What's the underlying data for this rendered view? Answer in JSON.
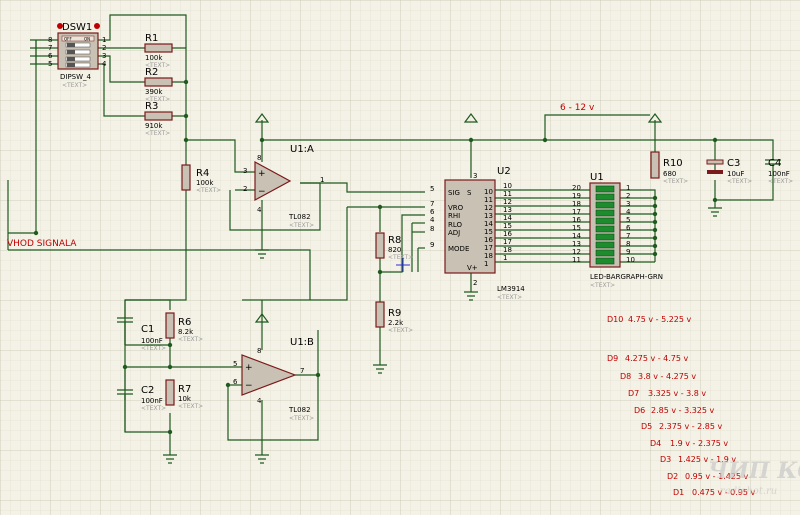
{
  "components": {
    "dsw1": {
      "ref": "DSW1",
      "type": "DIPSW_4",
      "text": "<TEXT>",
      "off": "OFF",
      "on": "ON",
      "left_pins": [
        "8",
        "7",
        "6",
        "5"
      ],
      "right_pins": [
        "1",
        "2",
        "3",
        "4"
      ]
    },
    "r1": {
      "ref": "R1",
      "value": "100k",
      "text": "<TEXT>"
    },
    "r2": {
      "ref": "R2",
      "value": "390k",
      "text": "<TEXT>"
    },
    "r3": {
      "ref": "R3",
      "value": "910k",
      "text": "<TEXT>"
    },
    "r4": {
      "ref": "R4",
      "value": "100k",
      "text": "<TEXT>"
    },
    "r6": {
      "ref": "R6",
      "value": "8.2k",
      "text": "<TEXT>"
    },
    "r7": {
      "ref": "R7",
      "value": "10k",
      "text": "<TEXT>"
    },
    "r8": {
      "ref": "R8",
      "value": "820",
      "text": "<TEXT>"
    },
    "r9": {
      "ref": "R9",
      "value": "2.2k",
      "text": "<TEXT>"
    },
    "r10": {
      "ref": "R10",
      "value": "680",
      "text": "<TEXT>"
    },
    "c1": {
      "ref": "C1",
      "value": "100nF",
      "text": "<TEXT>"
    },
    "c2": {
      "ref": "C2",
      "value": "100nF",
      "text": "<TEXT>"
    },
    "c3": {
      "ref": "C3",
      "value": "10uF",
      "text": "<TEXT>"
    },
    "c4": {
      "ref": "C4",
      "value": "100nF",
      "text": "<TEXT>"
    },
    "u1a": {
      "ref": "U1:A",
      "type": "TL082",
      "text": "<TEXT>",
      "pins": [
        "3",
        "2",
        "1",
        "8",
        "4"
      ]
    },
    "u1b": {
      "ref": "U1:B",
      "type": "TL082",
      "text": "<TEXT>",
      "pins": [
        "5",
        "6",
        "7",
        "8",
        "4"
      ]
    },
    "u2": {
      "ref": "U2",
      "type": "LM3914",
      "text": "<TEXT>",
      "left_pins": [
        {
          "name": "SIG",
          "num": "5"
        },
        {
          "name": "VRO",
          "num": "7"
        },
        {
          "name": "RHI",
          "num": "6"
        },
        {
          "name": "RLO",
          "num": "4"
        },
        {
          "name": "ADJ",
          "num": "8"
        },
        {
          "name": "MODE",
          "num": "9"
        }
      ],
      "v_plus": "V+",
      "v_plus_pin": "3",
      "v_minus_pin": "2",
      "comparator": "S",
      "right_pins": [
        "10",
        "11",
        "12",
        "13",
        "14",
        "15",
        "16",
        "17",
        "18",
        "1"
      ],
      "right_nums": [
        "10",
        "11",
        "12",
        "13",
        "14",
        "15",
        "16",
        "17",
        "18",
        "1"
      ]
    },
    "u1": {
      "ref": "U1",
      "type": "LED-BARGRAPH-GRN",
      "text": "<TEXT>",
      "left_pins": [
        "20",
        "19",
        "18",
        "17",
        "16",
        "15",
        "14",
        "13",
        "12",
        "11"
      ],
      "right_pins": [
        "1",
        "2",
        "3",
        "4",
        "5",
        "6",
        "7",
        "8",
        "9",
        "10"
      ]
    }
  },
  "labels": {
    "input": "VHOD SIGNALA",
    "supply": "6 - 12 v"
  },
  "led_table": [
    {
      "led": "D10",
      "range": "4.75 v - 5.225 v"
    },
    {
      "led": "D9",
      "range": "4.275 v - 4.75 v"
    },
    {
      "led": "D8",
      "range": "3.8 v - 4.275 v"
    },
    {
      "led": "D7",
      "range": "3.325 v - 3.8 v"
    },
    {
      "led": "D6",
      "range": "2.85 v - 3.325 v"
    },
    {
      "led": "D5",
      "range": "2.375 v - 2.85 v"
    },
    {
      "led": "D4",
      "range": "1.9 v - 2.375 v"
    },
    {
      "led": "D3",
      "range": "1.425 v - 1.9 v"
    },
    {
      "led": "D2",
      "range": "0.95 v - 1.425 v"
    },
    {
      "led": "D1",
      "range": "0.475 v - 0.95 v"
    }
  ],
  "watermark": {
    "main": "ЧИП КОТ",
    "url": "radiohot.ru"
  }
}
